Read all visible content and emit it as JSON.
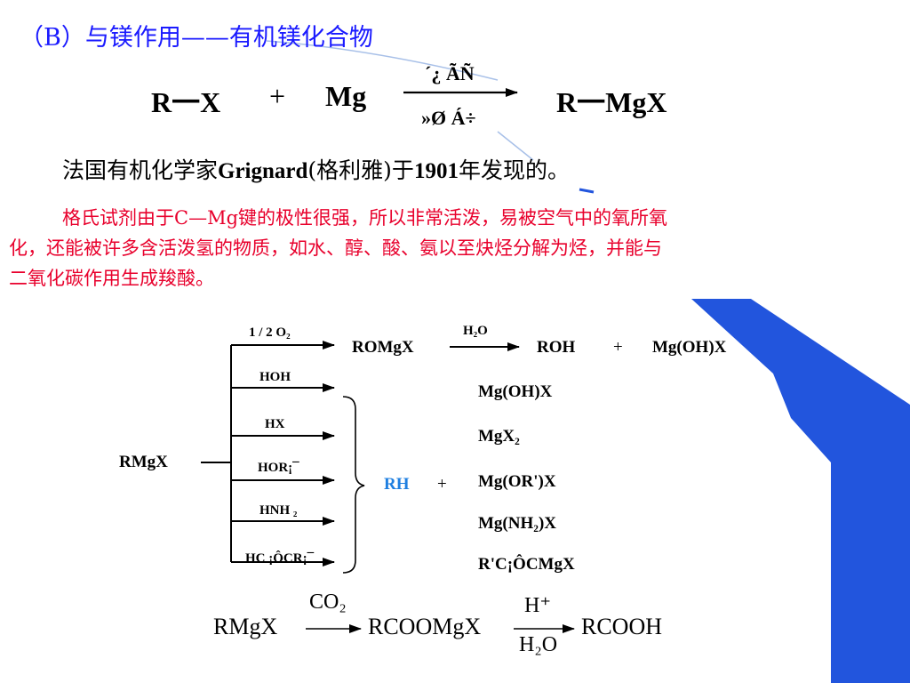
{
  "title": {
    "prefix": "（B）与镁作用",
    "dash": "——",
    "suffix": "有机镁化合物"
  },
  "main_equation": {
    "reactant": "R一X",
    "plus": "+",
    "mg": "Mg",
    "above": "´¿ ÃÑ",
    "below": "»Ø Á÷",
    "product": "R一MgX"
  },
  "intro": {
    "part1": "法国有机化学家",
    "name": "Grignard",
    "part2": "(格利雅)于",
    "year": "1901",
    "part3": "年发现的。"
  },
  "description": {
    "line1": "格氏试剂由于C—Mg键的极性很强，所以非常活泼，易被空气中的氧所氧",
    "line2": "化，还能被许多含活泼氢的物质，如水、醇、酸、氨以至炔烃分解为烃，并能与",
    "line3": "二氧化碳作用生成羧酸。"
  },
  "scheme": {
    "reagent": "RMgX",
    "branches": [
      "1 / 2 O₂",
      "HOH",
      "HX",
      "HOR¡¯",
      "HNH ₂",
      "HC ¡ÔCR¡¯"
    ],
    "oxygen_product": "ROMgX",
    "h2o": "H₂O",
    "roh": "ROH",
    "plus1": "+",
    "mgohx_top": "Mg(OH)X",
    "rh": "RH",
    "plus2": "+",
    "side_products": [
      "Mg(OH)X",
      "MgX₂",
      "Mg(OR')X",
      "Mg(NH₂)X",
      "R'C¡ÔCMgX"
    ]
  },
  "co2_reaction": {
    "reactant": "RMgX",
    "co2": "CO₂",
    "intermediate": "RCOOMgX",
    "h_plus": "H⁺",
    "h2o": "H₂O",
    "product": "RCOOH"
  },
  "colors": {
    "title_blue": "#1a1aff",
    "red_text": "#e8002c",
    "rh_blue": "#1f7fe0",
    "decor_blue": "#2255dd"
  }
}
